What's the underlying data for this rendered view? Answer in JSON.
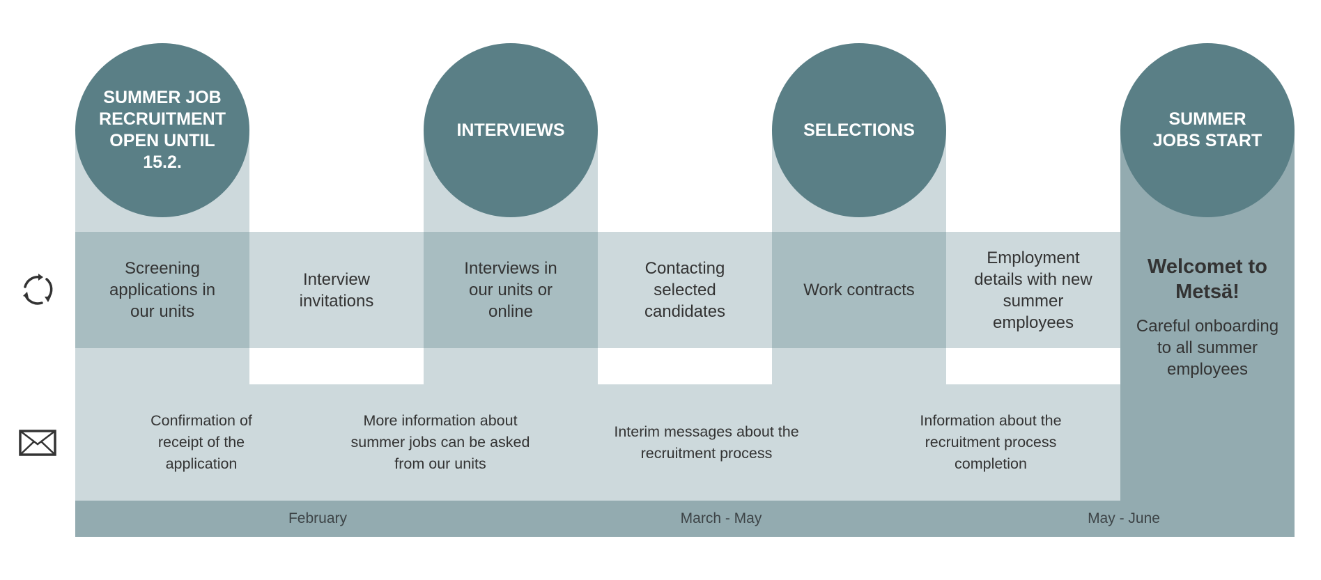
{
  "phases": [
    {
      "title": "SUMMER JOB RECRUITMENT OPEN UNTIL 15.2."
    },
    {
      "title": "INTERVIEWS"
    },
    {
      "title": "SELECTIONS"
    },
    {
      "title": "SUMMER JOBS START"
    }
  ],
  "process_row": {
    "icon": "cycle-arrows-icon",
    "steps": [
      "Screening applications in our units",
      "Interview invitations",
      "Interviews in our units or online",
      "Contacting selected candidates",
      "Work contracts",
      "Employment details with new summer employees"
    ],
    "final": {
      "heading": "Welcomet to Metsä!",
      "text": "Careful onboarding to all summer employees"
    }
  },
  "message_row": {
    "icon": "envelope-icon",
    "messages": [
      "Confirmation of receipt of the application",
      "More information about summer jobs can be asked from our units",
      "Interim messages about the recruitment process",
      "Information about the recruitment process completion"
    ]
  },
  "months": [
    "February",
    "March - May",
    "May - June"
  ],
  "colors": {
    "circle": "#5a7f86",
    "light": "#cdd9dc",
    "medium": "#a8bdc1",
    "dark": "#93abb0"
  }
}
